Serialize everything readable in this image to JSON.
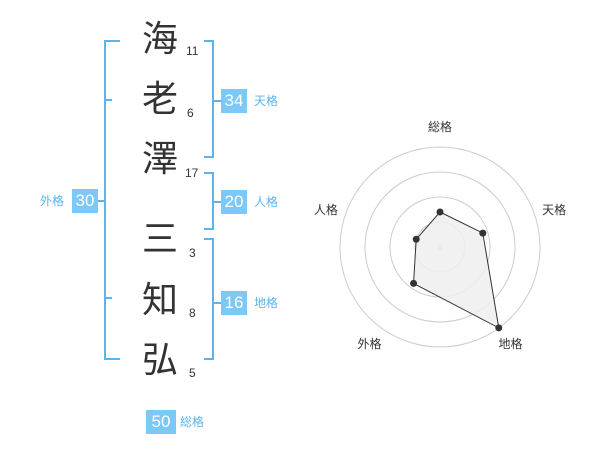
{
  "name": {
    "characters": [
      {
        "char": "海",
        "strokes": "11"
      },
      {
        "char": "老",
        "strokes": "6"
      },
      {
        "char": "澤",
        "strokes": "17"
      },
      {
        "char": "三",
        "strokes": "3"
      },
      {
        "char": "知",
        "strokes": "8"
      },
      {
        "char": "弘",
        "strokes": "5"
      }
    ]
  },
  "fortune": {
    "tenkaku": {
      "value": "34",
      "label": "天格"
    },
    "jinkaku": {
      "value": "20",
      "label": "人格"
    },
    "chikaku": {
      "value": "16",
      "label": "地格"
    },
    "gaikaku": {
      "value": "30",
      "label": "外格"
    },
    "soukaku": {
      "value": "50",
      "label": "総格"
    }
  },
  "chart_data": {
    "type": "radar",
    "axes": [
      "総格",
      "天格",
      "地格",
      "外格",
      "人格"
    ],
    "values": [
      0.35,
      0.45,
      1.0,
      0.45,
      0.25
    ],
    "rings": 4,
    "max": 1.0
  },
  "colors": {
    "accent": "#5ab4f0",
    "badge": "#7cc8f6",
    "radar_fill": "#eeeeee",
    "radar_line": "#333333",
    "grid": "#cccccc"
  }
}
